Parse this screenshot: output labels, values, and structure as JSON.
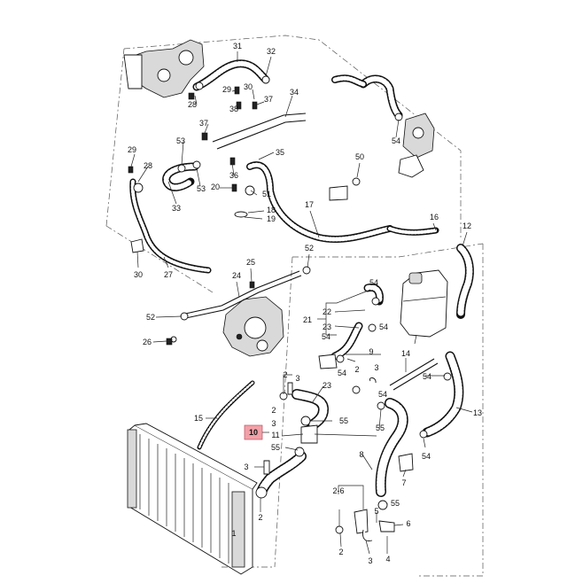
{
  "highlight_color": "#f2a0a8",
  "callouts": [
    {
      "id": "c31",
      "text": "31"
    },
    {
      "id": "c32",
      "text": "32"
    },
    {
      "id": "c29a",
      "text": "29"
    },
    {
      "id": "c30a",
      "text": "30"
    },
    {
      "id": "c28a",
      "text": "28"
    },
    {
      "id": "c38",
      "text": "38"
    },
    {
      "id": "c37a",
      "text": "37"
    },
    {
      "id": "c37b",
      "text": "37"
    },
    {
      "id": "c34",
      "text": "34"
    },
    {
      "id": "c53a",
      "text": "53"
    },
    {
      "id": "c35",
      "text": "35"
    },
    {
      "id": "c29b",
      "text": "29"
    },
    {
      "id": "c28b",
      "text": "28"
    },
    {
      "id": "c53b",
      "text": "53"
    },
    {
      "id": "c36",
      "text": "36"
    },
    {
      "id": "c20",
      "text": "20"
    },
    {
      "id": "c51",
      "text": "51"
    },
    {
      "id": "c33",
      "text": "33"
    },
    {
      "id": "c18",
      "text": "18"
    },
    {
      "id": "c19",
      "text": "19"
    },
    {
      "id": "c17",
      "text": "17"
    },
    {
      "id": "c50",
      "text": "50"
    },
    {
      "id": "c54a",
      "text": "54"
    },
    {
      "id": "c16",
      "text": "16"
    },
    {
      "id": "c12",
      "text": "12"
    },
    {
      "id": "c52a",
      "text": "52"
    },
    {
      "id": "c30b",
      "text": "30"
    },
    {
      "id": "c27",
      "text": "27"
    },
    {
      "id": "c25",
      "text": "25"
    },
    {
      "id": "c24",
      "text": "24"
    },
    {
      "id": "c54b",
      "text": "54"
    },
    {
      "id": "c21",
      "text": "21"
    },
    {
      "id": "c22",
      "text": "22"
    },
    {
      "id": "c54c",
      "text": "54"
    },
    {
      "id": "c52b",
      "text": "52"
    },
    {
      "id": "c23a",
      "text": "23"
    },
    {
      "id": "c54d",
      "text": "54"
    },
    {
      "id": "c54e",
      "text": "54"
    },
    {
      "id": "c26",
      "text": "26"
    },
    {
      "id": "c9",
      "text": "9"
    },
    {
      "id": "c14",
      "text": "14"
    },
    {
      "id": "c2a",
      "text": "2"
    },
    {
      "id": "c3a",
      "text": "3"
    },
    {
      "id": "c54f",
      "text": "54"
    },
    {
      "id": "c2b",
      "text": "2"
    },
    {
      "id": "c3b",
      "text": "3"
    },
    {
      "id": "c23b",
      "text": "23"
    },
    {
      "id": "c54g",
      "text": "54"
    },
    {
      "id": "c13",
      "text": "13"
    },
    {
      "id": "c15",
      "text": "15"
    },
    {
      "id": "c2c",
      "text": "2"
    },
    {
      "id": "c3c",
      "text": "3"
    },
    {
      "id": "c55a",
      "text": "55"
    },
    {
      "id": "c55b",
      "text": "55"
    },
    {
      "id": "c11",
      "text": "11"
    },
    {
      "id": "c55c",
      "text": "55"
    },
    {
      "id": "c54h",
      "text": "54"
    },
    {
      "id": "c8",
      "text": "8"
    },
    {
      "id": "c3d",
      "text": "3"
    },
    {
      "id": "c1",
      "text": "1"
    },
    {
      "id": "c7",
      "text": "7"
    },
    {
      "id": "c2d",
      "text": "2"
    },
    {
      "id": "c2-6",
      "text": "2-6"
    },
    {
      "id": "c55d",
      "text": "55"
    },
    {
      "id": "c5",
      "text": "5"
    },
    {
      "id": "c6",
      "text": "6"
    },
    {
      "id": "c2e",
      "text": "2"
    },
    {
      "id": "c3e",
      "text": "3"
    },
    {
      "id": "c4",
      "text": "4"
    }
  ],
  "highlighted_callout": {
    "text": "10"
  }
}
